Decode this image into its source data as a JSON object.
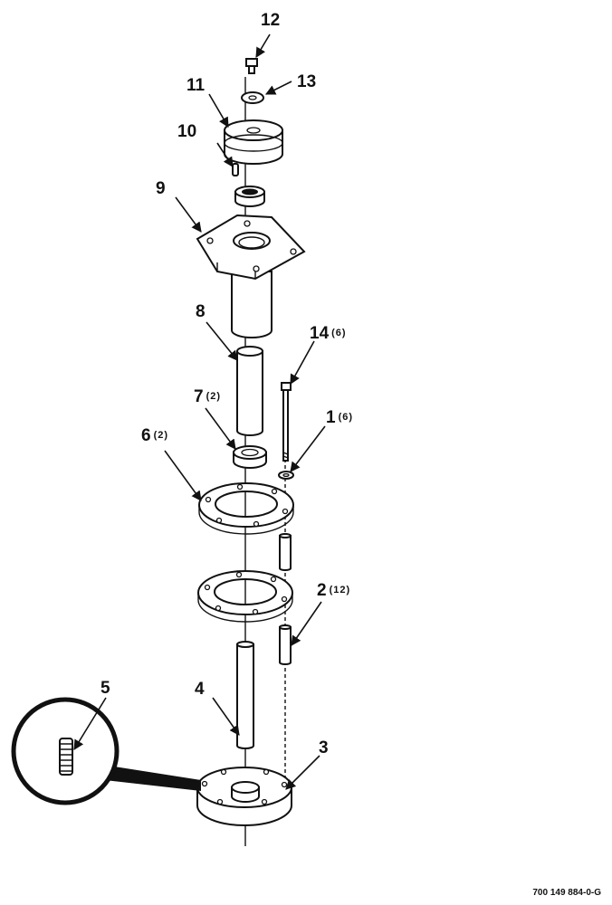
{
  "callouts": [
    {
      "id": "12",
      "label": "12",
      "qty": ""
    },
    {
      "id": "13",
      "label": "13",
      "qty": ""
    },
    {
      "id": "11",
      "label": "11",
      "qty": ""
    },
    {
      "id": "10",
      "label": "10",
      "qty": ""
    },
    {
      "id": "9",
      "label": "9",
      "qty": ""
    },
    {
      "id": "8",
      "label": "8",
      "qty": ""
    },
    {
      "id": "14",
      "label": "14",
      "qty": "(6)"
    },
    {
      "id": "7",
      "label": "7",
      "qty": "(2)"
    },
    {
      "id": "1",
      "label": "1",
      "qty": "(6)"
    },
    {
      "id": "6",
      "label": "6",
      "qty": "(2)"
    },
    {
      "id": "2",
      "label": "2",
      "qty": "(12)"
    },
    {
      "id": "5",
      "label": "5",
      "qty": ""
    },
    {
      "id": "4",
      "label": "4",
      "qty": ""
    },
    {
      "id": "3",
      "label": "3",
      "qty": ""
    }
  ],
  "document_code": "700 149 884-0-G"
}
